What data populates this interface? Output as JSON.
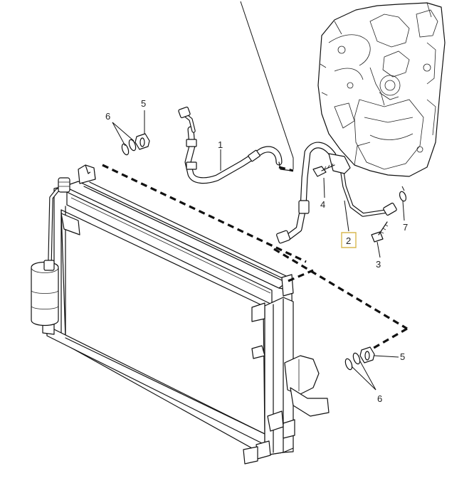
{
  "diagram": {
    "callouts": {
      "hose_1": "1",
      "hose_2": "2",
      "bolt_3": "3",
      "bolt_4": "4",
      "nut_5_top": "5",
      "nut_5_bottom": "5",
      "orings_6_top": "6",
      "orings_6_bottom": "6",
      "oring_7": "7"
    },
    "colors": {
      "line": "#111111",
      "background": "#ffffff",
      "highlight_box": "#d8b850"
    }
  }
}
